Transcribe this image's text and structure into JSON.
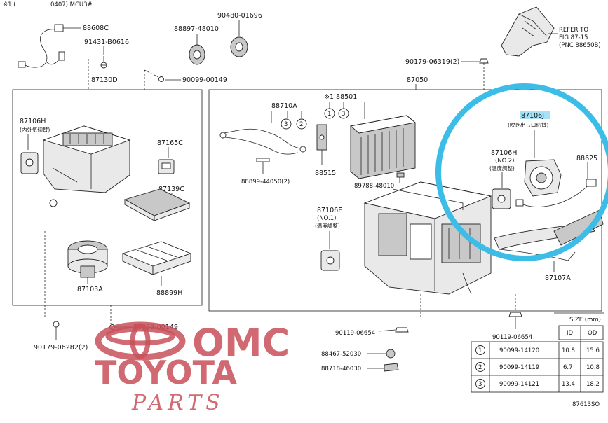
{
  "header": {
    "note_mark": "※1 (",
    "note_model": "0407) MCU3#"
  },
  "parts": {
    "p88608C": "88608C",
    "p91431": "91431-B0616",
    "p87130D": "87130D",
    "p88897": "88897-48010",
    "p90480": "90480-01696",
    "p90099_149a": "90099-00149",
    "p90179_319": "90179-06319(2)",
    "p87050": "87050",
    "p87106H_left": "87106H",
    "p87106H_left_jp": "(内外気切替)",
    "p87165C": "87165C",
    "p87139C": "87139C",
    "p87103A": "87103A",
    "p88899H": "88899H",
    "p88710A": "88710A",
    "p88501": "※1 88501",
    "p88515": "88515",
    "p88899_440": "88899-44050(2)",
    "p89788": "89788-48010",
    "p87106E": "87106E",
    "p87106E_sub": "(NO.1)",
    "p87106E_jp": "(温度調整)",
    "p87106J": "87106J",
    "p87106J_jp": "(吹き出し口切替)",
    "p87106H_right": "87106H",
    "p87106H_right_sub": "(NO.2)",
    "p87106H_right_jp": "(温度調整)",
    "p88625": "88625",
    "p87107A": "87107A",
    "p90179_282": "90179-06282(2)",
    "p90099_149b": "90099-00149",
    "p90119_left": "90119-06654",
    "p90119_right": "90119-06654",
    "p88467": "88467-52030",
    "p88718": "88718-46030",
    "refer_line1": "REFER TO",
    "refer_line2": "FIG 87-15",
    "refer_line3": "(PNC 88650B)"
  },
  "numbered_callouts": [
    "1",
    "2",
    "3"
  ],
  "size_table": {
    "title": "SIZE (mm)",
    "col_id": "ID",
    "col_od": "OD",
    "rows": [
      {
        "no": "1",
        "part": "90099-14120",
        "id": "10.8",
        "od": "15.6"
      },
      {
        "no": "2",
        "part": "90099-14119",
        "id": "6.7",
        "od": "10.8"
      },
      {
        "no": "3",
        "part": "90099-14121",
        "id": "13.4",
        "od": "18.2"
      }
    ]
  },
  "figure_code": "87613SO",
  "watermark": {
    "line1": "OMC",
    "line2": "TOYOTA",
    "line3": "PARTS"
  },
  "highlight_color": "#3bbde8",
  "watermark_color": "#c8505a"
}
